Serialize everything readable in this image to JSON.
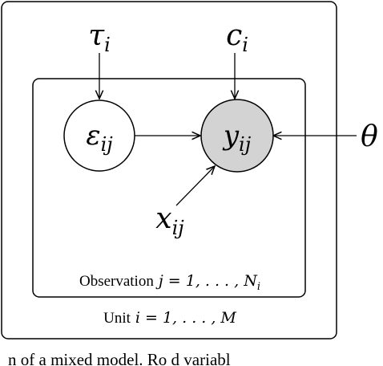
{
  "plates": {
    "outer_label_prefix": "Unit",
    "outer_label_math": "i = 1, . . . , M",
    "inner_label_prefix": "Observation",
    "inner_label_math": "j = 1, . . . , N",
    "inner_label_sub": "i"
  },
  "nodes": {
    "epsilon": {
      "symbol": "ε",
      "sub": "ij",
      "fill": "#ffffff"
    },
    "y": {
      "symbol": "y",
      "sub": "ij",
      "fill": "#d3d3d3"
    }
  },
  "inputs": {
    "tau": {
      "symbol": "τ",
      "sub": "i"
    },
    "c": {
      "symbol": "c",
      "sub": "i"
    },
    "theta": {
      "symbol": "θ"
    },
    "x": {
      "symbol": "x",
      "sub": "ij"
    }
  },
  "caption": {
    "text": "n of a mixed model. Ro d variabl"
  },
  "colors": {
    "stroke": "#000000",
    "observed_fill": "#d3d3d3"
  }
}
